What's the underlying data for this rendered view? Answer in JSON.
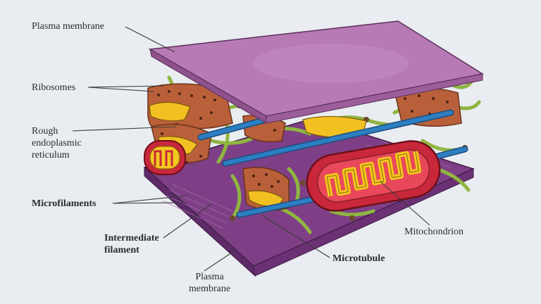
{
  "labels": {
    "plasma_membrane_top": "Plasma membrane",
    "ribosomes": "Ribosomes",
    "rough_er": [
      "Rough",
      "endoplasmic",
      "reticulum"
    ],
    "microfilaments": "Microfilaments",
    "intermediate_filament": [
      "Intermediate",
      "filament"
    ],
    "plasma_membrane_bottom": [
      "Plasma",
      "membrane"
    ],
    "microtubule": "Microtubule",
    "mitochondrion": "Mitochondrion"
  },
  "colors": {
    "background": "#e9ecf1",
    "membrane_top": "#b77ab4",
    "membrane_bottom": "#7e3f86",
    "rough_er": "#b9603a",
    "er_lumen": "#f2c021",
    "cytoskeleton_green": "#8fb640",
    "microtubule_blue": "#2d7fc2",
    "mitochondrion_red": "#c9283a",
    "cristae_yellow": "#f4c81e"
  }
}
